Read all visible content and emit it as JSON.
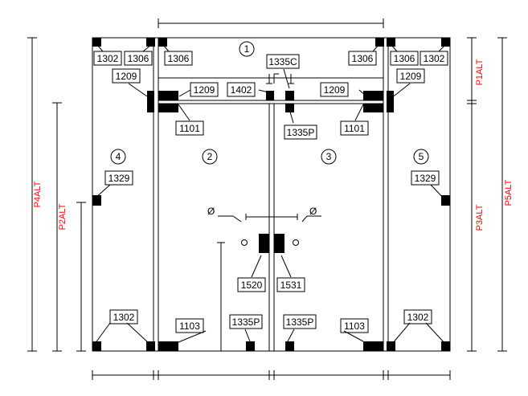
{
  "colors": {
    "line": "#000000",
    "part": "#000000",
    "alt_label": "#ff0000",
    "background": "#ffffff"
  },
  "panels": {
    "top": "1",
    "left_door": "2",
    "right_door": "3",
    "left_side": "4",
    "right_side": "5"
  },
  "parts": {
    "p1302": "1302",
    "p1306": "1306",
    "p1209": "1209",
    "p1402": "1402",
    "p1335c": "1335C",
    "p1101": "1101",
    "p1335p": "1335P",
    "p1329": "1329",
    "p1520": "1520",
    "p1531": "1531",
    "p1103": "1103"
  },
  "symbols": {
    "diameter": "Ø"
  },
  "dimensions": {
    "p1alt": "P1ALT",
    "p2alt": "P2ALT",
    "p3alt": "P3ALT",
    "p4alt": "P4ALT",
    "p5alt": "P5ALT"
  }
}
